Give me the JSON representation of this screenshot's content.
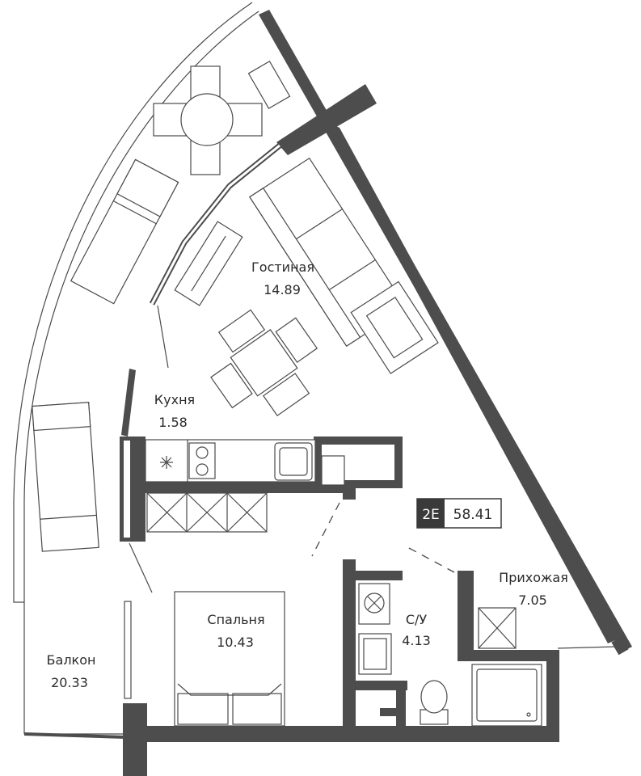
{
  "rooms": [
    {
      "id": "living",
      "name": "Гостиная",
      "area": "14.89"
    },
    {
      "id": "kitchen",
      "name": "Кухня",
      "area": "1.58"
    },
    {
      "id": "bedroom",
      "name": "Спальня",
      "area": "10.43"
    },
    {
      "id": "bathroom",
      "name": "С/У",
      "area": "4.13"
    },
    {
      "id": "hallway",
      "name": "Прихожая",
      "area": "7.05"
    },
    {
      "id": "balcony",
      "name": "Балкон",
      "area": "20.33"
    }
  ],
  "badge": {
    "type": "2Е",
    "total_area": "58.41"
  },
  "colors": {
    "wall": "#4d4d4d",
    "line": "#4a4a4a",
    "badge_dark": "#3a3a3a"
  }
}
